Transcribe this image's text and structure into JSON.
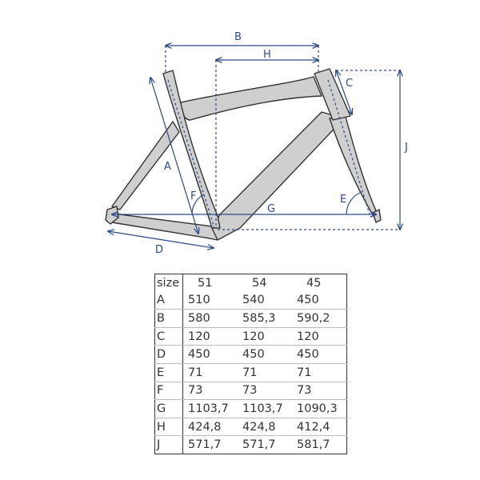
{
  "diagram": {
    "labels": {
      "A": "A",
      "B": "B",
      "C": "C",
      "D": "D",
      "E": "E",
      "F": "F",
      "G": "G",
      "H": "H",
      "J": "J"
    },
    "colors": {
      "dimension": "#2a4a8c",
      "frame_fill": "#cfcfcf",
      "frame_stroke": "#333333"
    }
  },
  "table": {
    "header": [
      "size",
      "51",
      "54",
      "45"
    ],
    "rows": [
      [
        "A",
        "510",
        "540",
        "450"
      ],
      [
        "B",
        "580",
        "585,3",
        "590,2"
      ],
      [
        "C",
        "120",
        "120",
        "120"
      ],
      [
        "D",
        "450",
        "450",
        "450"
      ],
      [
        "E",
        "71",
        "71",
        "71"
      ],
      [
        "F",
        "73",
        "73",
        "73"
      ],
      [
        "G",
        "1103,7",
        "1103,7",
        "1090,3"
      ],
      [
        "H",
        "424,8",
        "424,8",
        "412,4"
      ],
      [
        "J",
        "571,7",
        "571,7",
        "581,7"
      ]
    ]
  }
}
